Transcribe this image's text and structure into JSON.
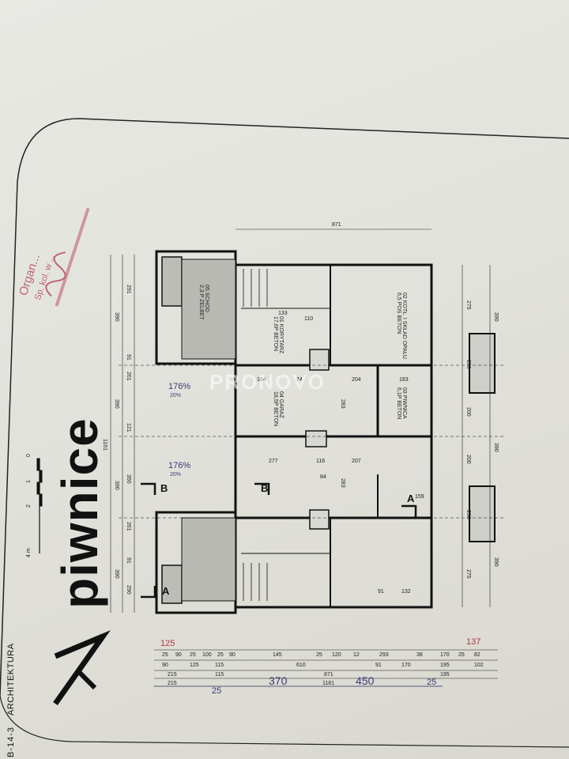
{
  "sheet": {
    "title": "piwnice",
    "category": "ARCHITEKTURA",
    "code": "B-14-3",
    "watermark": "PRONOVO",
    "scale_labels": [
      "0",
      "1",
      "2",
      "4 m"
    ],
    "section_marks": [
      "A",
      "A",
      "B",
      "B"
    ]
  },
  "rooms": [
    {
      "id": "01",
      "name": "KORYTARZ",
      "floor": "17,6P BETON"
    },
    {
      "id": "02",
      "name": "KOTŁ. I SKŁAD OPAŁU",
      "floor": "6,5 POS BETON"
    },
    {
      "id": "03",
      "name": "PIWNICA",
      "floor": "6,1P BETON"
    },
    {
      "id": "04",
      "name": "GARAŻ",
      "floor": "18,5P BETON"
    },
    {
      "id": "05",
      "name": "SCHOD",
      "floor": "2,3 P ZELBET"
    }
  ],
  "handwritten": {
    "slope_top": "176%",
    "slope_top_small": "20%",
    "slope_bottom": "176%",
    "slope_bottom_small": "20%",
    "dim_left": "125",
    "dim_right": "137",
    "bottom_left": "25",
    "bottom_a": "370",
    "bottom_b": "450",
    "bottom_right": "25"
  },
  "dimensions": {
    "top_total": "871",
    "bottom_rows": [
      [
        "25",
        "90",
        "25",
        "100",
        "25",
        "90",
        "145",
        "25",
        "120",
        "12",
        "293",
        "38",
        "170",
        "25",
        "82"
      ],
      [
        "90",
        "125",
        "115",
        "610",
        "91",
        "170",
        "195",
        "102"
      ],
      [
        "215",
        "115",
        "871",
        "195"
      ],
      [
        "215",
        "1181"
      ]
    ],
    "left_outer": [
      "390",
      "390",
      "1161",
      "390",
      "390"
    ],
    "left_inner": [
      "291",
      "91",
      "261",
      "121",
      "350",
      "261",
      "91",
      "290"
    ],
    "right_outer": [
      "390",
      "390",
      "390"
    ],
    "right_inner": [
      "275",
      "250",
      "200",
      "200",
      "250",
      "275"
    ],
    "interior": [
      "133",
      "110",
      "164",
      "74",
      "204",
      "183",
      "277",
      "116",
      "207",
      "283",
      "283",
      "84",
      "91",
      "132",
      "159"
    ]
  },
  "stamp": {
    "line1": "Organ...",
    "line2": "Sp. kol. w ..."
  }
}
